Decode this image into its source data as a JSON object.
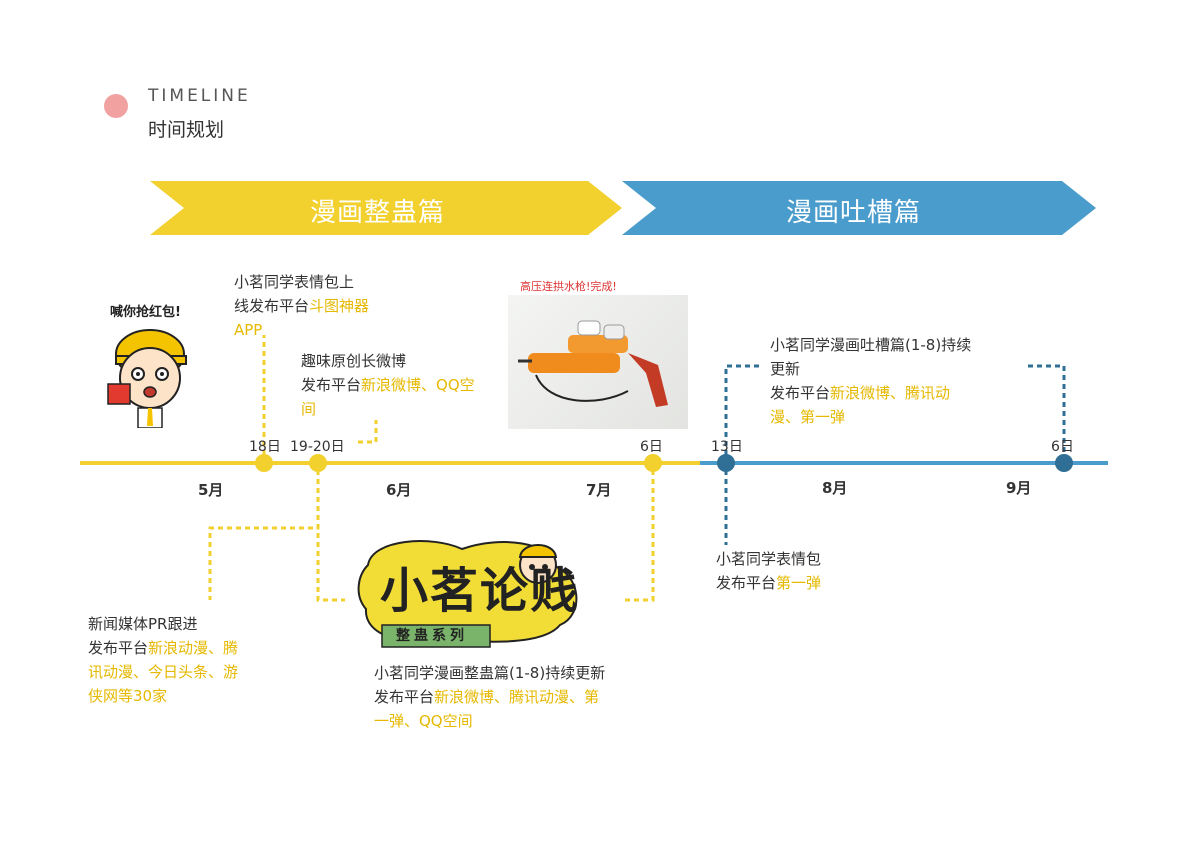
{
  "header": {
    "title_en": "TIMELINE",
    "title_cn": "时间规划"
  },
  "banners": {
    "left": "漫画整蛊篇",
    "right": "漫画吐槽篇"
  },
  "colors": {
    "yellow": "#f2d12e",
    "blue": "#4a9ccc",
    "dark_blue": "#2f6f95",
    "highlight": "#e6b800",
    "pink": "#f2a1a1"
  },
  "months": [
    "5月",
    "6月",
    "7月",
    "8月",
    "9月"
  ],
  "dates": {
    "d1": "18日",
    "d2": "19-20日",
    "d3": "6日",
    "d4": "13日",
    "d5": "6日"
  },
  "sticker_caption": "喊你抢红包!",
  "photo_caption": "高压连拱水枪!完成!",
  "logo": {
    "main": "小茗论贱",
    "sub": "整蛊系列"
  },
  "events": {
    "e1": {
      "line1": "小茗同学表情包上",
      "line2a": "线发布平台",
      "line2b": "斗图神器",
      "line3": "APP"
    },
    "e2": {
      "line1": "趣味原创长微博",
      "line2a": "发布平台",
      "line2b": "新浪微博、QQ空",
      "line3": "间"
    },
    "e3": {
      "line1": "小茗同学漫画吐槽篇(1-8)持续",
      "line2": "更新",
      "line3a": "发布平台",
      "line3b": "新浪微博、腾讯动",
      "line4": "漫、第一弹"
    },
    "e4": {
      "line1": "新闻媒体PR跟进",
      "line2a": "发布平台",
      "line2b": "新浪动漫、腾",
      "line3": "讯动漫、今日头条、游",
      "line4": "侠网等30家"
    },
    "e5": {
      "line1": "小茗同学漫画整蛊篇(1-8)持续更新",
      "line2a": "发布平台",
      "line2b": "新浪微博、腾讯动漫、第",
      "line3": "一弹、QQ空间"
    },
    "e6": {
      "line1": "小茗同学表情包",
      "line2a": "发布平台",
      "line2b": "第一弹"
    }
  }
}
